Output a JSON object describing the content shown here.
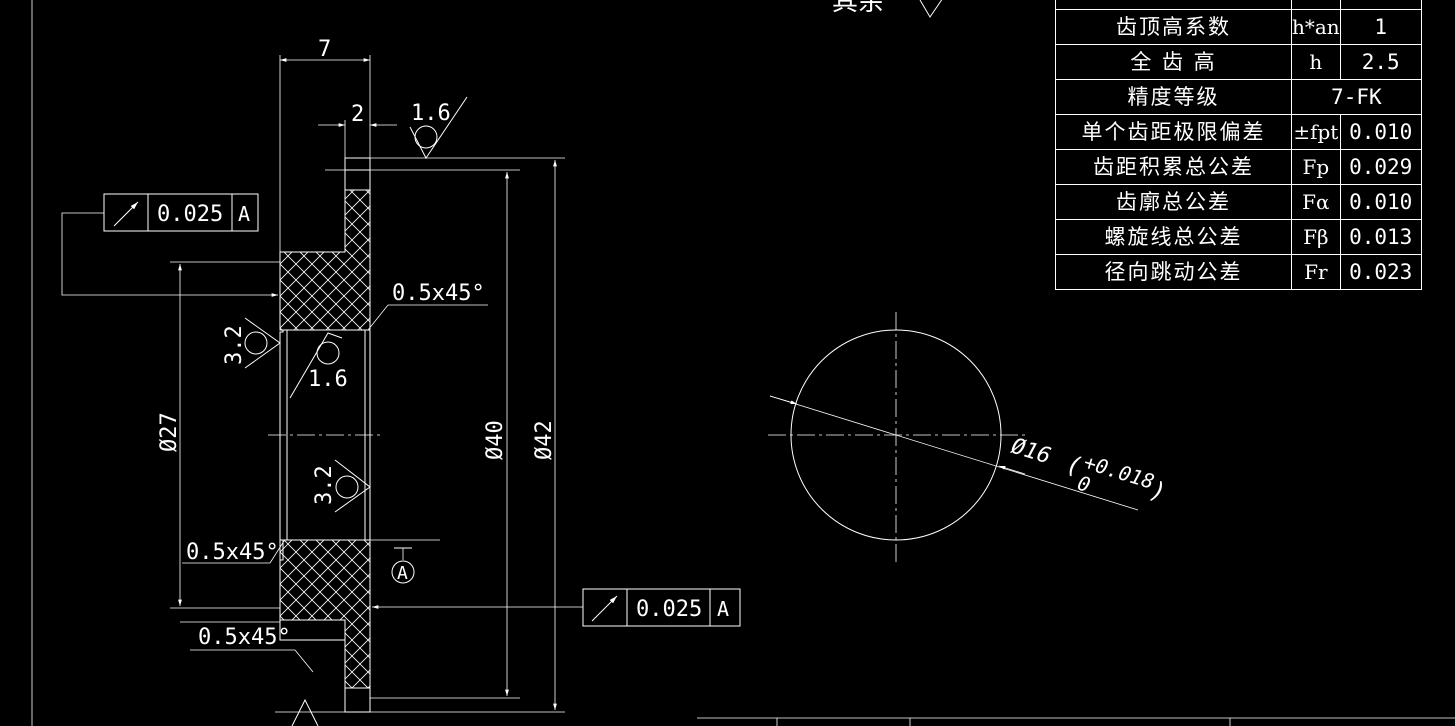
{
  "drawing": {
    "top_label": "其余",
    "dims": {
      "width_7": "7",
      "width_2": "2",
      "rough_top": "1.6",
      "rough_bore_left": "3.2",
      "rough_bore_inner": "1.6",
      "rough_bore_lower": "3.2",
      "chamfer_upper": "0.5x45°",
      "chamfer_mid": "0.5x45°",
      "chamfer_lower": "0.5x45°",
      "dia_27": "Ø27",
      "dia_40": "Ø40",
      "dia_42": "Ø42",
      "datum": "A",
      "tol_top_value": "0.025",
      "tol_top_ref": "A",
      "tol_bottom_value": "0.025",
      "tol_bottom_ref": "A",
      "hole_dia": "Ø16",
      "hole_tol_upper": "+0.018",
      "hole_tol_lower": "0",
      "hole_open_paren": "(",
      "hole_close_paren": ")"
    }
  },
  "table": {
    "rows": [
      {
        "name": "齿顶高系数",
        "symbol": "h*an",
        "value": "1"
      },
      {
        "name": "全 齿 高",
        "symbol": "h",
        "value": "2.5"
      },
      {
        "name": "精度等级",
        "symbol": "",
        "value": "7-FK"
      },
      {
        "name": "单个齿距极限偏差",
        "symbol": "±fpt",
        "value": "0.010"
      },
      {
        "name": "齿距积累总公差",
        "symbol": "Fp",
        "value": "0.029"
      },
      {
        "name": "齿廓总公差",
        "symbol": "Fα",
        "value": "0.010"
      },
      {
        "name": "螺旋线总公差",
        "symbol": "Fβ",
        "value": "0.013"
      },
      {
        "name": "径向跳动公差",
        "symbol": "Fr",
        "value": "0.023"
      }
    ]
  },
  "colors": {
    "background": "#000000",
    "lines": "#ffffff"
  }
}
